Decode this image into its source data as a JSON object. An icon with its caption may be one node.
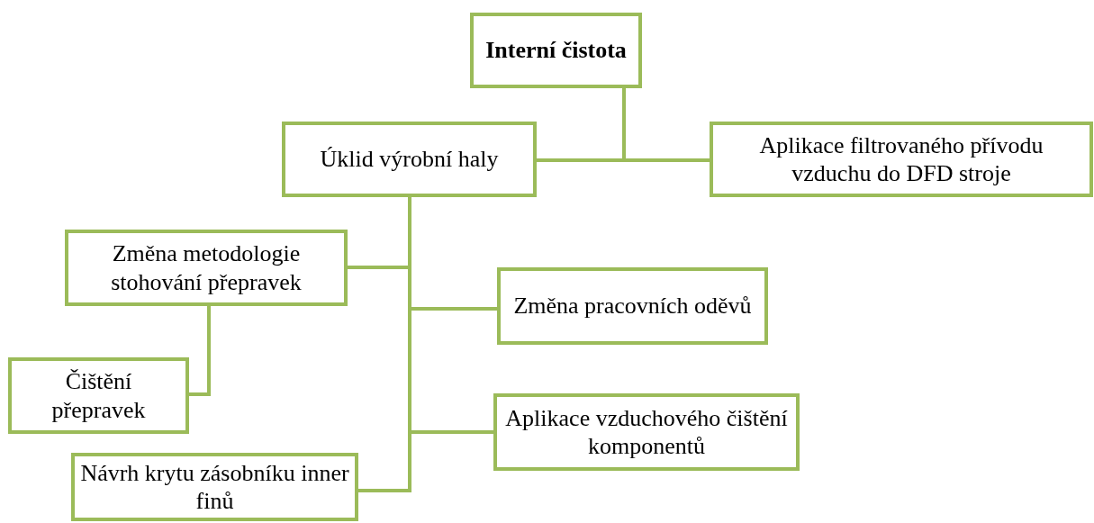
{
  "diagram": {
    "nodes": [
      {
        "text": [
          "Interní čistota"
        ]
      },
      {
        "text": [
          "Úklid výrobní haly"
        ]
      },
      {
        "text": [
          "Aplikace filtrovaného přívodu vzduchu do DFD stroje"
        ]
      },
      {
        "text": [
          "Změna metodologie stohování přepravek"
        ]
      },
      {
        "text": [
          "Změna pracovních oděvů"
        ]
      },
      {
        "text": [
          "Čištění přepravek"
        ]
      },
      {
        "text": [
          "Aplikace vzduchového čištění komponentů"
        ]
      },
      {
        "text": [
          "Návrh krytu zásobníku inner finů"
        ]
      }
    ],
    "edges": [
      {
        "from": 0,
        "to": 1,
        "arrow": "none"
      },
      {
        "from": 0,
        "to": 2,
        "arrow": "none"
      },
      {
        "from": 1,
        "to": 3,
        "arrow": "none"
      },
      {
        "from": 1,
        "to": 4,
        "arrow": "none"
      },
      {
        "from": 1,
        "to": 6,
        "arrow": "none"
      },
      {
        "from": 1,
        "to": 7,
        "arrow": "none"
      },
      {
        "from": 3,
        "to": 5,
        "arrow": "none"
      }
    ]
  }
}
